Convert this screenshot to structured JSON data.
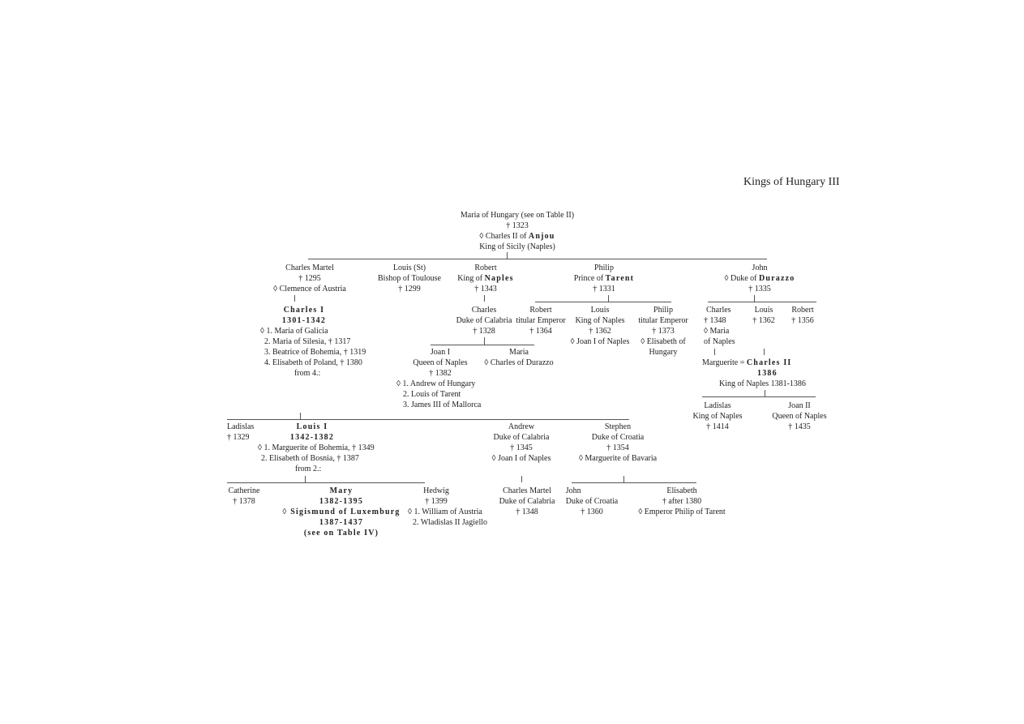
{
  "title": "Kings of Hungary III",
  "symbols": {
    "died": "†",
    "married": "◊"
  },
  "root": {
    "name": "Maria of Hungary (see on Table II)",
    "death": "† 1323",
    "spouse_pre": "◊ Charles II of ",
    "spouse_bold": "Anjou",
    "spouse_title": "King of Sicily (Naples)"
  },
  "gen1": {
    "charles_martel": {
      "name": "Charles Martel",
      "death": "† 1295",
      "spouse": "◊ Clemence of Austria"
    },
    "louis_st": {
      "name": "Louis (St)",
      "title": "Bishop of Toulouse",
      "death": "† 1299"
    },
    "robert": {
      "name": "Robert",
      "title_pre": "King of ",
      "title_bold": "Naples",
      "death": "† 1343"
    },
    "philip": {
      "name": "Philip",
      "title_pre": "Prince of ",
      "title_bold": "Tarent",
      "death": "† 1331"
    },
    "john": {
      "name": "John",
      "title_pre": "◊ Duke of ",
      "title_bold": "Durazzo",
      "death": "† 1335"
    }
  },
  "charles_i": {
    "name": "Charles I",
    "reign": "1301-1342",
    "marriages": [
      "◊ 1. Maria of Galicia",
      "2. Maria of Silesia, † 1317",
      "3. Beatrice of Bohemia, † 1319",
      "4. Elisabeth of Poland, † 1380"
    ],
    "from": "from 4.:"
  },
  "robert_line": {
    "charles": {
      "name": "Charles",
      "title": "Duke of Calabria",
      "death": "† 1328"
    },
    "joan_i": {
      "name": "Joan I",
      "title": "Queen of Naples",
      "death": "† 1382",
      "marriages": [
        "◊ 1. Andrew of Hungary",
        "2. Louis of Tarent",
        "3. James III of Mallorca"
      ]
    },
    "maria": {
      "name": "Maria",
      "spouse": "◊ Charles of Durazzo"
    }
  },
  "philip_line": {
    "robert": {
      "name": "Robert",
      "title": "titular Emperor",
      "death": "† 1364"
    },
    "louis": {
      "name": "Louis",
      "title": "King of Naples",
      "death": "† 1362",
      "spouse": "◊ Joan I of Naples"
    },
    "philip": {
      "name": "Philip",
      "title": "titular Emperor",
      "death": "† 1373",
      "spouse1": "◊ Elisabeth of",
      "spouse2": "Hungary"
    }
  },
  "john_line": {
    "charles": {
      "name": "Charles",
      "death": "† 1348",
      "spouse1": "◊ Maria",
      "spouse2": "of Naples"
    },
    "louis": {
      "name": "Louis",
      "death": "† 1362"
    },
    "robert": {
      "name": "Robert",
      "death": "† 1356"
    }
  },
  "charles_ii": {
    "prefix": "Marguerite = ",
    "name": "Charles II",
    "year": "1386",
    "title": "King of Naples 1381-1386"
  },
  "charles_ii_children": {
    "ladislas": {
      "name": "Ladislas",
      "title": "King of Naples",
      "death": "† 1414"
    },
    "joan_ii": {
      "name": "Joan II",
      "title": "Queen of Naples",
      "death": "† 1435"
    }
  },
  "charles_i_children": {
    "ladislas": {
      "name": "Ladislas",
      "death": "† 1329"
    },
    "louis_i": {
      "name": "Louis I",
      "reign": "1342-1382",
      "marriages": [
        "◊ 1. Marguerite of Bohemia, † 1349",
        "2. Elisabeth of Bosnia, † 1387"
      ],
      "from": "from 2.:"
    },
    "andrew": {
      "name": "Andrew",
      "title": "Duke of Calabria",
      "death": "† 1345",
      "spouse": "◊ Joan I of Naples"
    },
    "stephen": {
      "name": "Stephen",
      "title": "Duke of Croatia",
      "death": "† 1354",
      "spouse": "◊ Marguerite of Bavaria"
    }
  },
  "louis_i_children": {
    "catherine": {
      "name": "Catherine",
      "death": "† 1378"
    },
    "mary": {
      "name": "Mary",
      "reign": "1382-1395",
      "spouse": "◊ Sigismund of Luxemburg",
      "spouse_reign": "1387-1437",
      "see": "(see on Table IV)"
    },
    "hedwig": {
      "name": "Hedwig",
      "death": "† 1399",
      "marriages": [
        "◊ 1. William of Austria",
        "2. Wladislas II Jagiello"
      ]
    }
  },
  "andrew_child": {
    "name": "Charles Martel",
    "title": "Duke of Calabria",
    "death": "† 1348"
  },
  "stephen_children": {
    "john": {
      "name": "John",
      "title": "Duke of Croatia",
      "death": "† 1360"
    },
    "elisabeth": {
      "name": "Elisabeth",
      "death": "† after 1380",
      "spouse": "◊ Emperor Philip of Tarent"
    }
  }
}
